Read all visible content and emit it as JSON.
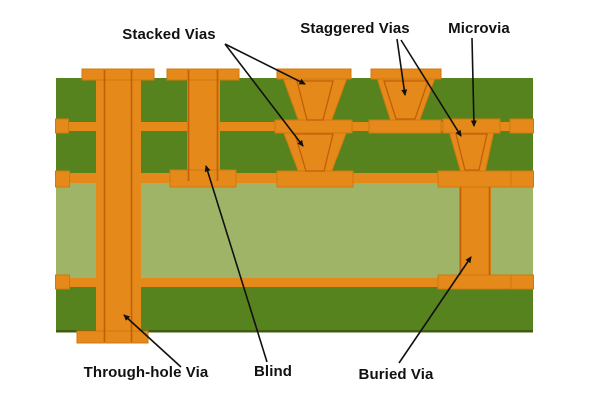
{
  "figure": {
    "description": "Cross-section diagram of a printed circuit board showing different via types"
  },
  "labels": {
    "stacked_vias": "Stacked Vias",
    "staggered_vias": "Staggered Vias",
    "microvia": "Microvia",
    "through_hole_via": "Through-hole Via",
    "blind": "Blind",
    "buried_via": "Buried Via"
  },
  "colors": {
    "copper": "#E5891B",
    "copper_outline": "#C25E06",
    "pad_edge": "#D0790F",
    "substrate_dark_green": "#57831E",
    "core_light_green": "#A0B468",
    "board_bottom_edge": "#3F5C10",
    "leader_line": "#111111",
    "label_text": "#111111",
    "background": "#FFFFFF"
  }
}
